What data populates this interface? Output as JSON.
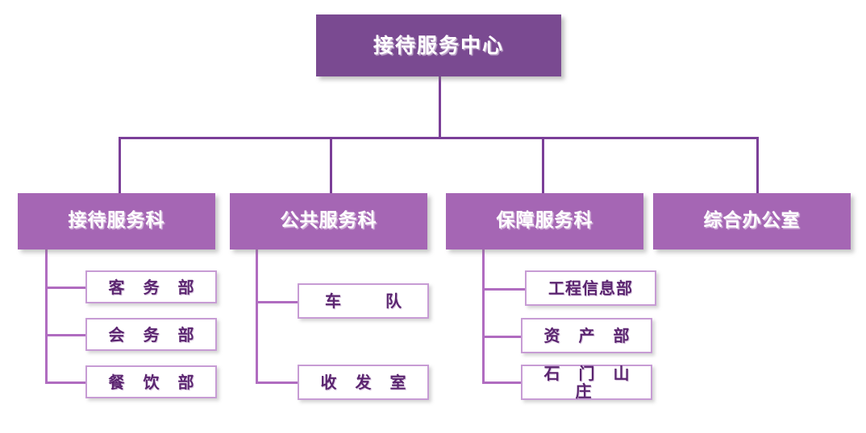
{
  "diagram": {
    "type": "org-chart",
    "title_node": {
      "label": "接待服务中心",
      "level": 1
    },
    "departments": [
      {
        "label": "接待服务科",
        "level": 2,
        "units": [
          {
            "label": "客 务 部"
          },
          {
            "label": "会 务 部"
          },
          {
            "label": "餐 饮 部"
          }
        ]
      },
      {
        "label": "公共服务科",
        "level": 2,
        "units": [
          {
            "label": "车    队"
          },
          {
            "label": "收 发 室"
          }
        ]
      },
      {
        "label": "保障服务科",
        "level": 2,
        "units": [
          {
            "label": "工程信息部"
          },
          {
            "label": "资 产 部"
          },
          {
            "label": "石 门 山 庄"
          }
        ]
      },
      {
        "label": "综合办公室",
        "level": 2,
        "units": []
      }
    ],
    "colors": {
      "root_fill": "#7a4a91",
      "department_fill": "#a566b4",
      "unit_fill": "#ffffff",
      "unit_border": "#c79cd4",
      "unit_text": "#5b2570",
      "connector_dark": "#7b3f98",
      "connector_light": "#b06cc0",
      "background": "#ffffff"
    }
  }
}
